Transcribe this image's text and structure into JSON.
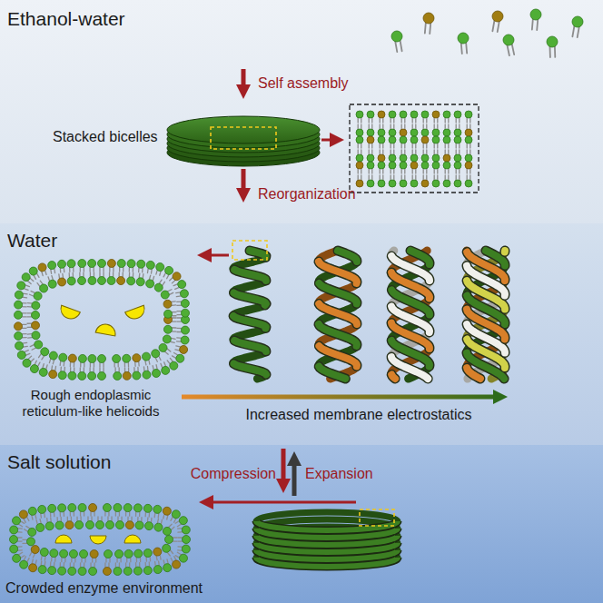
{
  "diagram": {
    "nodes": [
      {
        "text": [
          "Ethanol-water"
        ]
      },
      {
        "text": [
          "Water"
        ]
      },
      {
        "text": [
          "Salt solution"
        ]
      }
    ],
    "labels": [
      "Self assembly",
      "Stacked bicelles",
      "Reorganization",
      "Rough endoplasmic reticulum-like helicoids",
      "Increased membrane electrostatics",
      "Compression",
      "Expansion",
      "Crowded enzyme environment"
    ]
  }
}
